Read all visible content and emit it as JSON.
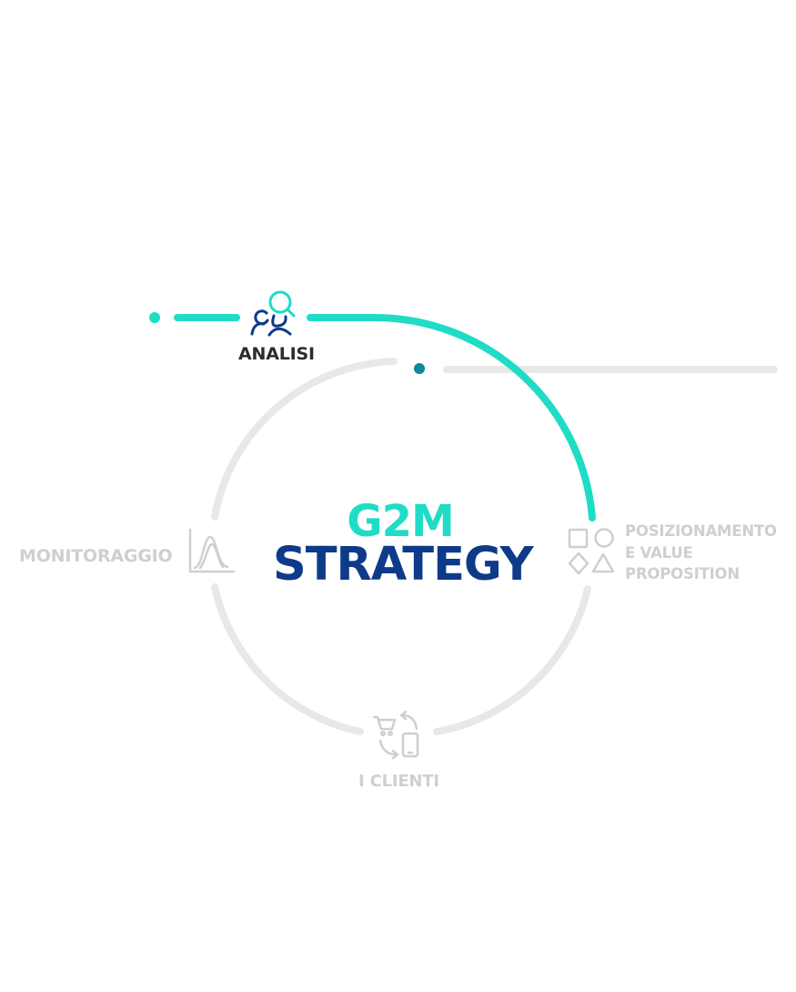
{
  "title": {
    "line1": "G2M",
    "line2": "STRATEGY"
  },
  "steps": {
    "analisi": {
      "label": "ANALISI",
      "icon": "people-search-icon",
      "state": "active"
    },
    "posizionamento": {
      "lines": [
        "POSIZIONAMENTO",
        "E VALUE",
        "PROPOSITION"
      ],
      "icon": "shapes-icon",
      "state": "inactive"
    },
    "clienti": {
      "label": "I CLIENTI",
      "icon": "cart-phone-exchange-icon",
      "state": "inactive"
    },
    "monitoraggio": {
      "label": "MONITORAGGIO",
      "icon": "chart-curve-icon",
      "state": "inactive"
    }
  },
  "colors": {
    "accent_teal": "#1fdcc6",
    "brand_navy": "#0e3a8a",
    "dark_teal_dot": "#0c8a9a",
    "active_text": "#2c2c2c",
    "inactive_text": "#cfcfcf",
    "inactive_track": "#e8e8e8"
  }
}
